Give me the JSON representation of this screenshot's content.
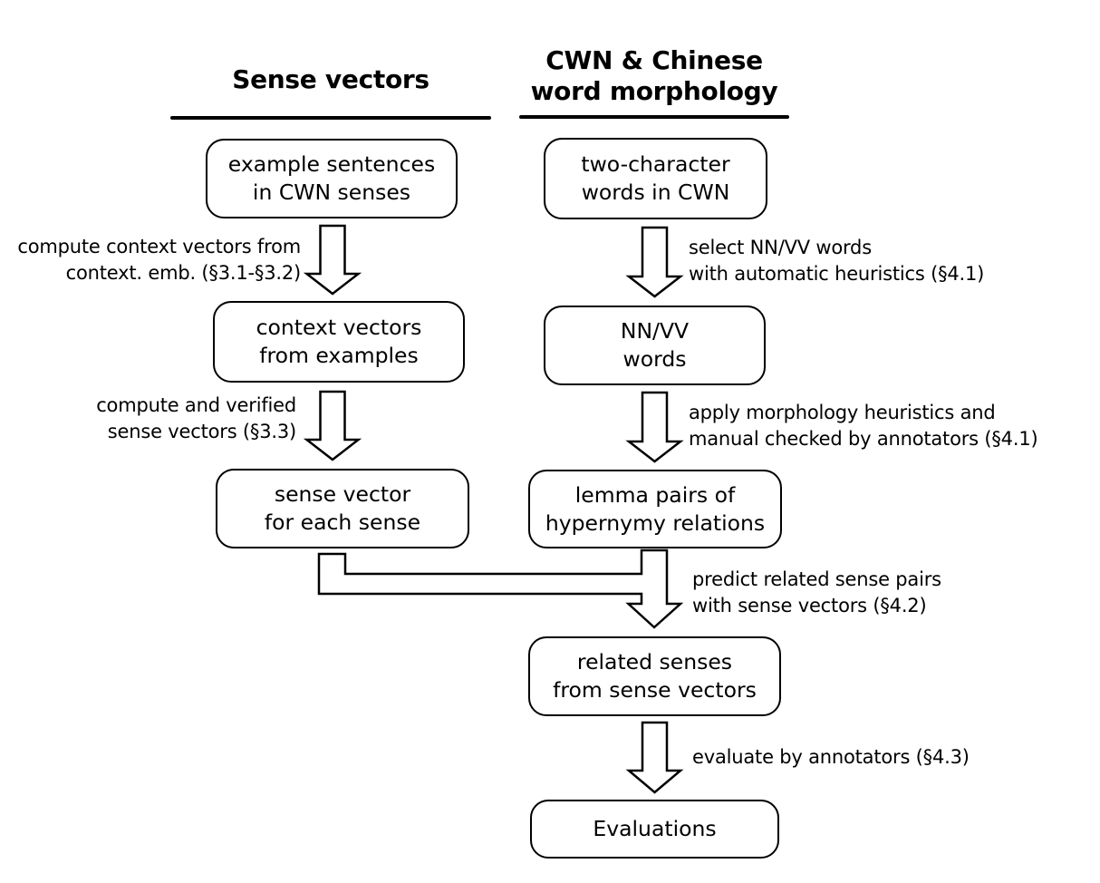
{
  "headers": {
    "left": "Sense vectors",
    "right": "CWN & Chinese\nword morphology"
  },
  "boxes": {
    "example_sentences": "example sentences\nin CWN senses",
    "context_vectors": "context vectors\nfrom examples",
    "sense_vector": "sense vector\nfor each sense",
    "two_character_words": "two-character\nwords in CWN",
    "nn_vv_words": "NN/VV\nwords",
    "lemma_pairs": "lemma pairs of\nhypernymy relations",
    "related_senses": "related senses\nfrom sense vectors",
    "evaluations": "Evaluations"
  },
  "edge_labels": {
    "compute_context_vectors": "compute context vectors from\ncontext. emb. (§3.1-§3.2)",
    "compute_sense_vectors": "compute and verified\nsense vectors (§3.3)",
    "select_nn_vv": "select NN/VV words\nwith automatic heuristics (§4.1)",
    "apply_morphology": "apply morphology heuristics and\nmanual checked by annotators (§4.1)",
    "predict_related": "predict related sense pairs\nwith sense vectors (§4.2)",
    "evaluate": "evaluate by annotators (§4.3)"
  },
  "colors": {
    "stroke": "#000000",
    "background": "#ffffff",
    "text": "#000000"
  }
}
